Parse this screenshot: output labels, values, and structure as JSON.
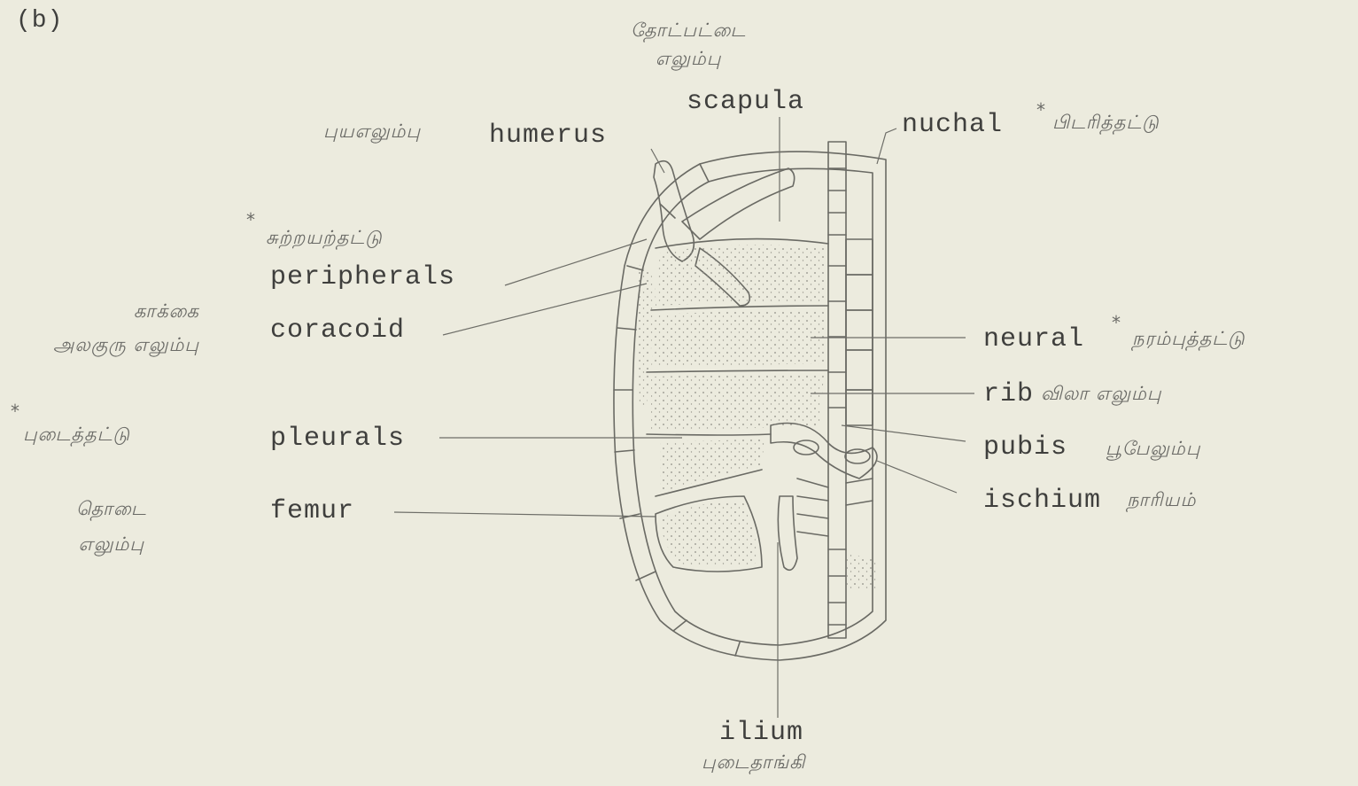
{
  "panel_label": "(b)",
  "labels": {
    "scapula": {
      "en": "scapula",
      "ta": "தோட்பட்டை\nஎலும்பு"
    },
    "humerus": {
      "en": "humerus",
      "ta": "புயஎலும்பு"
    },
    "nuchal": {
      "en": "nuchal",
      "ta": "பிடரித்தட்டு"
    },
    "peripherals": {
      "en": "peripherals",
      "ta": "சுற்றயற்தட்டு"
    },
    "coracoid": {
      "en": "coracoid",
      "ta": "காக்கை\nஅலகுரு எலும்பு"
    },
    "neural": {
      "en": "neural",
      "ta": "நரம்புத்தட்டு"
    },
    "rib": {
      "en": "rib",
      "ta": "விலா எலும்பு"
    },
    "pleurals": {
      "en": "pleurals",
      "ta": "புடைத்தட்டு"
    },
    "pubis": {
      "en": "pubis",
      "ta": "பூபேலும்பு"
    },
    "ischium": {
      "en": "ischium",
      "ta": "நாரியம்"
    },
    "femur": {
      "en": "femur",
      "ta": "தொடை\nஎலும்பு"
    },
    "ilium": {
      "en": "ilium",
      "ta": "புடைதாங்கி"
    }
  },
  "asterisk": "*",
  "colors": {
    "paper": "#ecebde",
    "ink": "#5a5a56",
    "stipple": "#8d8c85"
  }
}
